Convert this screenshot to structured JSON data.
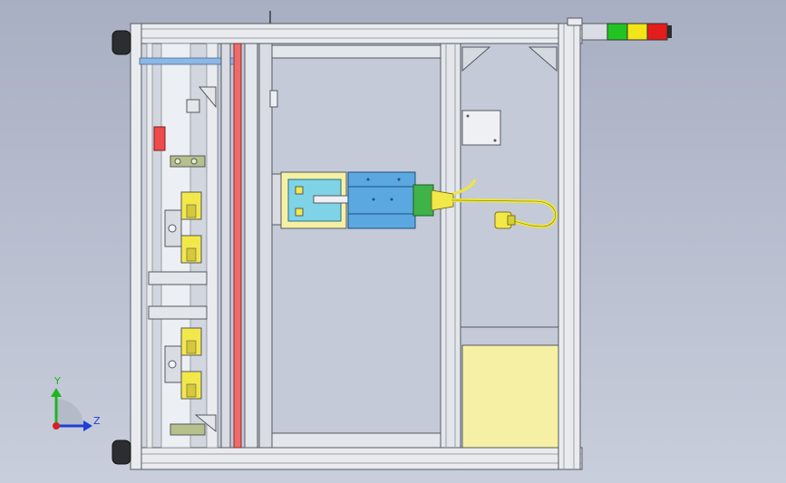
{
  "viewport": {
    "background_top": "#a8afc2",
    "background_bottom": "#c9cedc"
  },
  "triad": {
    "y_label": "Y",
    "z_label": "Z",
    "y_color": "#1fb51f",
    "z_color": "#1f3fd6",
    "origin_color": "#d81f1f"
  },
  "stack_light": {
    "segments": [
      {
        "name": "green",
        "color": "#21c421"
      },
      {
        "name": "yellow",
        "color": "#f2e416"
      },
      {
        "name": "red",
        "color": "#e51c1c"
      }
    ]
  },
  "colors": {
    "frame": "#e9ebef",
    "frame_edge": "#55595f",
    "panel_fill": "#c4cad8",
    "accent_red": "#ef6b6b",
    "yellow_part": "#f3e84a",
    "pale_yellow": "#f6f0a4",
    "cyan_block": "#7fd3e6",
    "blue_block": "#5aa8df",
    "light_blue_bar": "#8db7e4",
    "green_part": "#3fb34a",
    "cable": "#efe73a"
  }
}
